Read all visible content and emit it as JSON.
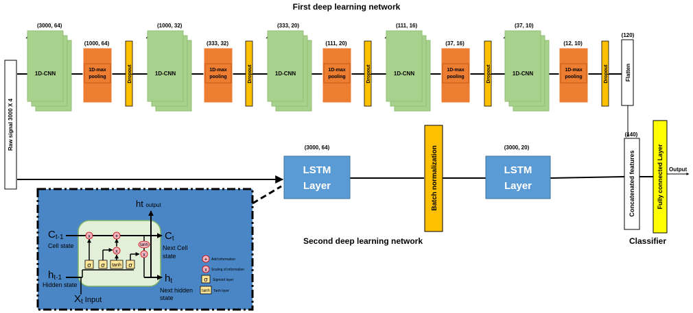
{
  "titles": {
    "first_network": "First deep learning network",
    "second_network": "Second deep learning network",
    "classifier": "Classifier"
  },
  "input": {
    "label": "Raw signal 3000 X 4"
  },
  "cnn_branch": {
    "cnn_label": "1D-CNN",
    "pool_label_line1": "1D-max",
    "pool_label_line2": "pooling",
    "dropout_label": "Dropout",
    "cnn_shapes": [
      "(3000, 64)",
      "(1000, 32)",
      "(333, 20)",
      "(111, 16)",
      "(37, 10)"
    ],
    "pool_shapes": [
      "(1000, 64)",
      "(333, 32)",
      "(111, 20)",
      "(37, 16)",
      "(12, 10)"
    ]
  },
  "flatten": {
    "label": "Flatten",
    "shape": "(120)"
  },
  "lstm_branch": {
    "lstm1_line1": "LSTM",
    "lstm1_line2": "Layer",
    "lstm1_shape": "(3000, 64)",
    "batchnorm_label": "Batch normalization",
    "lstm2_line1": "LSTM",
    "lstm2_line2": "Layer",
    "lstm2_shape": "(3000, 20)"
  },
  "concat": {
    "label": "Concatenated features",
    "shape": "(140)"
  },
  "fc": {
    "label": "Fully connected Layer"
  },
  "output": {
    "label": "Output"
  },
  "lstm_cell": {
    "ht_output_main": "ht",
    "ht_output_sub": "output",
    "c_prev_main": "C",
    "c_prev_sub": "t-1",
    "c_prev_desc": "Cell state",
    "h_prev_main": "h",
    "h_prev_sub": "t-1",
    "h_prev_desc": "Hidden state",
    "x_main": "X",
    "x_sub": "t",
    "x_desc": "Input",
    "c_next_main": "C",
    "c_next_sub": "t",
    "c_next_desc_1": "Next Cell",
    "c_next_desc_2": "state",
    "h_next_main": "h",
    "h_next_sub": "t",
    "h_next_desc_1": "Next hidden",
    "h_next_desc_2": "state",
    "sigma": "σ",
    "tanh": "tanh",
    "plus": "+",
    "times": "x",
    "legend": {
      "add": "Add information",
      "scale": "Scaling of information",
      "sigmoid": "Sigmoid layer",
      "tanh": "Tanh layer"
    }
  },
  "colors": {
    "cnn_green": "#a9d18e",
    "pool_orange": "#ed7d31",
    "dropout_yellow": "#ffc000",
    "lstm_blue": "#5b9bd5",
    "fc_yellow": "#ffff00",
    "cell_panel_blue": "#4a86c5",
    "cell_green": "#e2f0d9"
  }
}
